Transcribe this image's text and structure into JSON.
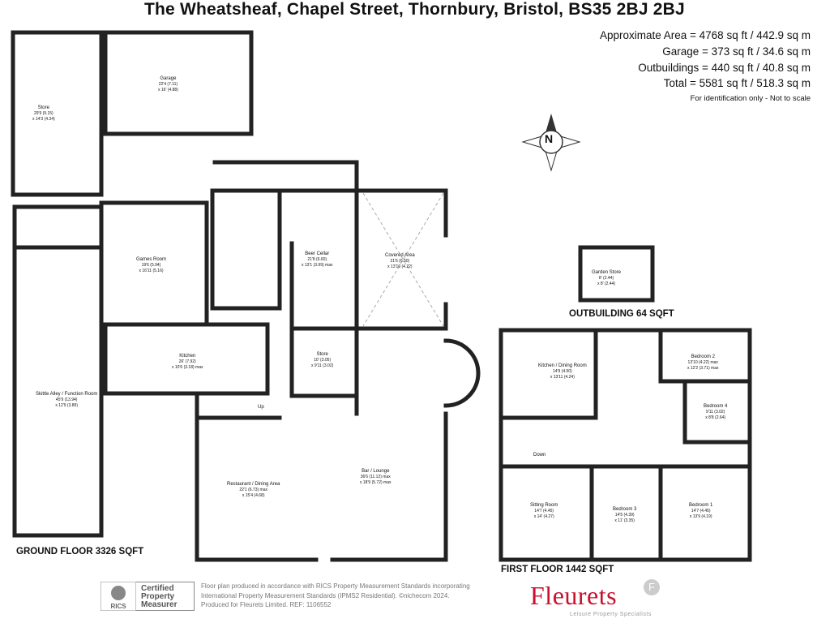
{
  "title": "The Wheatsheaf, Chapel Street, Thornbury, Bristol, BS35 2BJ 2BJ",
  "areas": {
    "approx": "Approximate Area = 4768 sq ft / 442.9 sq m",
    "garage": "Garage = 373 sq ft / 34.6 sq m",
    "outbuildings": "Outbuildings = 440 sq ft / 40.8 sq m",
    "total": "Total = 5581 sq ft / 518.3 sq m",
    "note": "For identification only - Not to scale"
  },
  "compass": {
    "letter": "N"
  },
  "rooms": {
    "store1": {
      "name": "Store",
      "dim1": "29'9 (9.15)",
      "dim2": "x 14'3 (4.34)"
    },
    "garage": {
      "name": "Garage",
      "dim1": "22'4 (7.11)",
      "dim2": "x 16' (4.88)"
    },
    "games": {
      "name": "Games Room",
      "dim1": "19'6 (5.94)",
      "dim2": "x 16'11 (5.16)"
    },
    "beer": {
      "name": "Beer Cellar",
      "dim1": "21'8 (6.60)",
      "dim2": "x 13'1 (3.99) max"
    },
    "covered": {
      "name": "Covered Area",
      "dim1": "21'6 (6.50)",
      "dim2": "x 13'10 (4.22)"
    },
    "garden_store": {
      "name": "Garden Store",
      "dim1": "8' (2.44)",
      "dim2": "x 8' (2.44)"
    },
    "kitchen": {
      "name": "Kitchen",
      "dim1": "26' (7.92)",
      "dim2": "x 10'6 (3.18) max"
    },
    "store2": {
      "name": "Store",
      "dim1": "10' (3.05)",
      "dim2": "x 9'11 (3.02)"
    },
    "skittle": {
      "name": "Skittle Alley / Function Room",
      "dim1": "45'9 (13.94)",
      "dim2": "x 12'9 (3.89)"
    },
    "restaurant": {
      "name": "Restaurant / Dining Area",
      "dim1": "22'1 (6.73) max",
      "dim2": "x 15'4 (4.68)"
    },
    "bar": {
      "name": "Bar / Lounge",
      "dim1": "36'6 (11.12) max",
      "dim2": "x 18'9 (5.72) max"
    },
    "kitchen_dining": {
      "name": "Kitchen / Dining Room",
      "dim1": "14'9 (4.50)",
      "dim2": "x 13'11 (4.24)"
    },
    "bed2": {
      "name": "Bedroom 2",
      "dim1": "13'10 (4.22) max",
      "dim2": "x 12'2 (3.71) max"
    },
    "bed4": {
      "name": "Bedroom 4",
      "dim1": "9'11 (3.02)",
      "dim2": "x 8'8 (2.64)"
    },
    "sitting": {
      "name": "Sitting Room",
      "dim1": "14'7 (4.45)",
      "dim2": "x 14' (4.27)"
    },
    "bed3": {
      "name": "Bedroom 3",
      "dim1": "14'5 (4.39)",
      "dim2": "x 11' (3.35)"
    },
    "bed1": {
      "name": "Bedroom 1",
      "dim1": "14'7 (4.45)",
      "dim2": "x 13'9 (4.19)"
    }
  },
  "markers": {
    "up": "Up",
    "down": "Down"
  },
  "floors": {
    "ground": "GROUND FLOOR 3326 SQFT",
    "first": "FIRST FLOOR 1442 SQFT",
    "outbuilding": "OUTBUILDING 64 SQFT"
  },
  "footer": {
    "rics_line1": "Certified",
    "rics_line2": "Property",
    "rics_line3": "Measurer",
    "rics_logo": "RICS",
    "line1": "Floor plan produced in accordance with RICS Property Measurement Standards incorporating",
    "line2": "International Property Measurement Standards (IPMS2 Residential). ©nichecom 2024.",
    "line3": "Produced for Fleurets Limited.   REF:  1106552"
  },
  "brand": {
    "name": "Fleurets",
    "tagline": "Leisure Property Specialists",
    "mark": "F"
  }
}
